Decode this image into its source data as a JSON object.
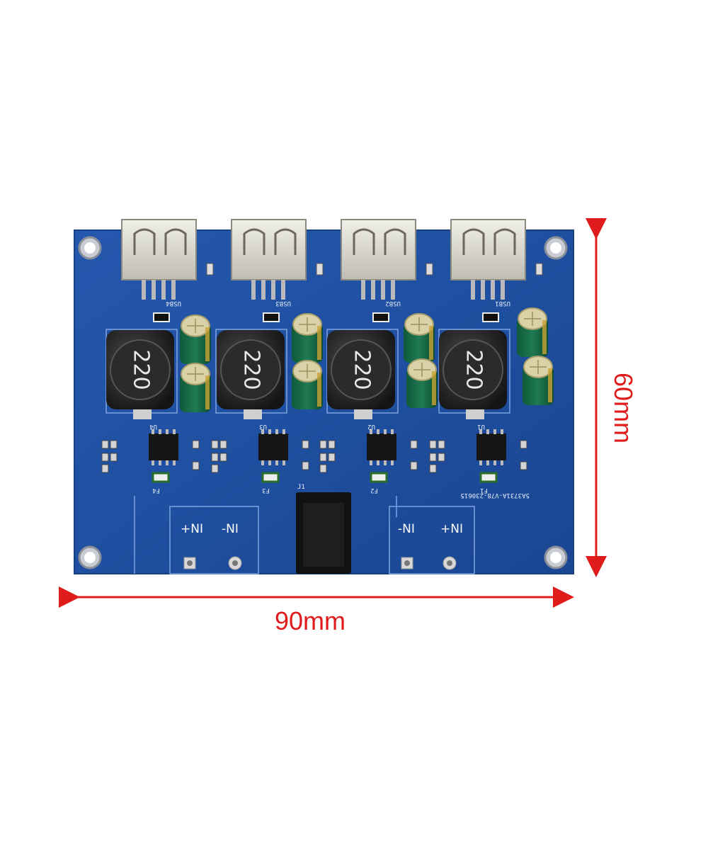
{
  "board": {
    "inductor_marking": "220",
    "terminal_labels": [
      "+NI",
      "-NI",
      "-NI",
      "+NI"
    ],
    "usb_labels": [
      "USB4",
      "USB3",
      "USB2",
      "USB1"
    ],
    "ic_labels": [
      "U4",
      "U3",
      "U2",
      "U1"
    ],
    "fuse_labels": [
      "F4",
      "F3",
      "F2",
      "F1"
    ],
    "jack_label": "J1",
    "part_code": "5A3731A-V78-230615"
  },
  "dimensions": {
    "width_label": "90mm",
    "height_label": "60mm"
  },
  "colors": {
    "board": "#1f4fa0",
    "dimension": "#e01b1b"
  }
}
